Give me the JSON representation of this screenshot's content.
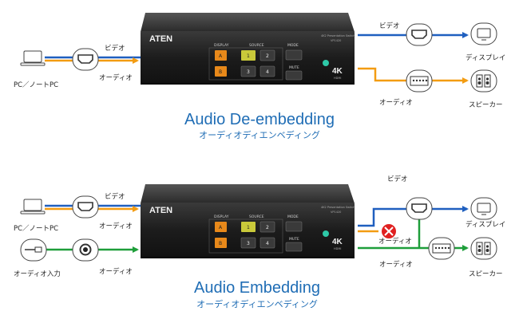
{
  "colors": {
    "video_line": "#1f5fbf",
    "audio_line": "#f39c12",
    "audio_input_line": "#1e9e3a",
    "title": "#1f6db5",
    "device_body": "#1c1c1c",
    "button_orange": "#e8891a",
    "button_yellow": "#c9c93a",
    "blocked_marker": "#e02020"
  },
  "icons": [
    "laptop-icon",
    "hdmi-connector-icon",
    "audio-jack-icon",
    "monitor-icon",
    "audio-port-block-icon",
    "speaker-icon",
    "blocked-x-icon"
  ],
  "device": {
    "brand": "ATEN",
    "model_line": "4K2 Presentation Switch",
    "model_code": "VP1420",
    "panel_display": "DISPLAY",
    "panel_source": "SOURCE",
    "panel_mode": "MODE",
    "panel_mute": "MUTE",
    "button_a": "A",
    "button_b": "B",
    "button_1": "1",
    "button_2": "2",
    "button_3": "3",
    "button_4": "4",
    "badge_4k": "4K",
    "badge_hdmi": "HDMI"
  },
  "top": {
    "label_video_in": "ビデオ",
    "label_audio_in": "オーディオ",
    "label_source": "PC／ノートPC",
    "label_video_out": "ビデオ",
    "label_audio_out": "オーディオ",
    "label_display": "ディスプレイ",
    "label_speaker": "スピーカー",
    "title": "Audio De-embedding",
    "subtitle": "オーディオディエンベディング"
  },
  "bottom": {
    "label_video_in": "ビデオ",
    "label_audio_in": "オーディオ",
    "label_source": "PC／ノートPC",
    "label_audio_source": "オーディオ入力",
    "label_audio_input": "オーディオ",
    "label_video_out": "ビデオ",
    "label_audio_blocked": "オーディオ",
    "label_audio_out": "オーディオ",
    "label_display": "ディスプレイ",
    "label_speaker": "スピーカー",
    "title": "Audio Embedding",
    "subtitle": "オーディオディエンベディング"
  }
}
